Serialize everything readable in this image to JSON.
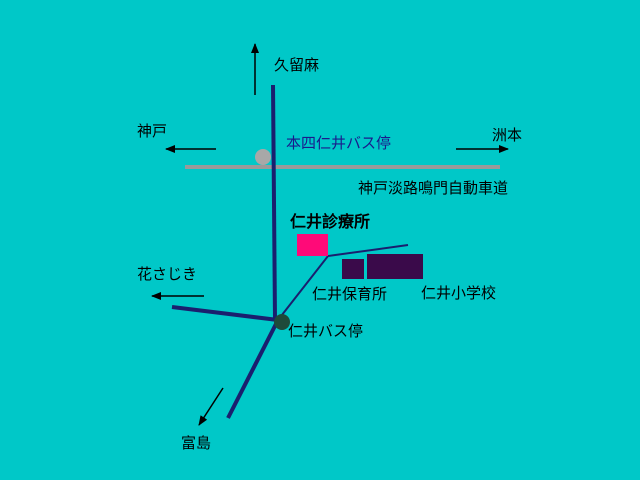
{
  "labels": {
    "kurumaso": "久留麻",
    "kobe": "神戸",
    "sumoto": "洲本",
    "hon4_bus": "本四仁井バス停",
    "expressway": "神戸淡路鳴門自動車道",
    "clinic": "仁井診療所",
    "hanasajiki": "花さじき",
    "nursery": "仁井保育所",
    "elementary": "仁井小学校",
    "nii_bus": "仁井バス停",
    "tomishima": "富島"
  },
  "colors": {
    "background": "#00c8c8",
    "main_road": "#1a1f6e",
    "expressway": "#9a9a9a",
    "clinic": "#ff0a78",
    "school": "#3a0a4a",
    "bus_stop_hon4": "#a8a8a8",
    "bus_stop_nii": "#1e4a3a",
    "arrow": "#000000"
  }
}
